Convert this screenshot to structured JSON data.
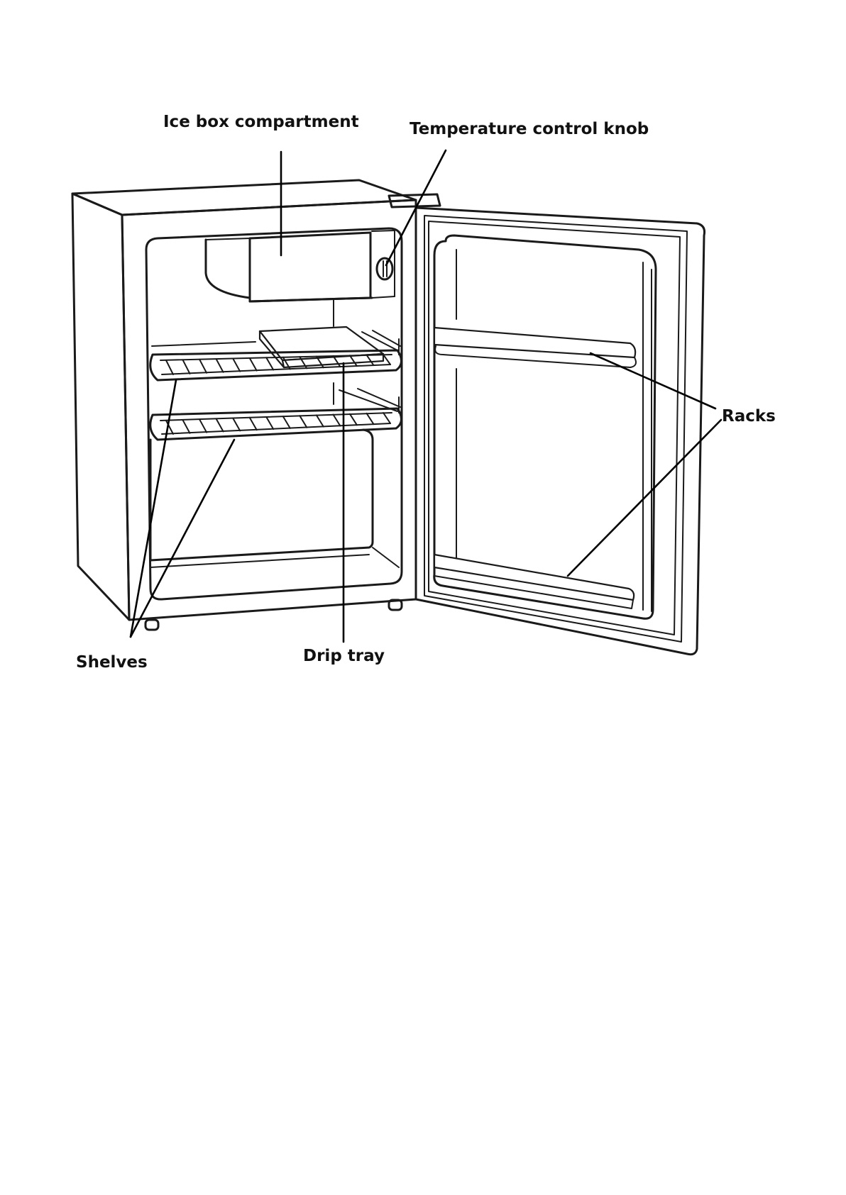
{
  "labels": {
    "ice_box": "Ice box compartment",
    "temperature_knob": "Temperature control knob",
    "racks": "Racks",
    "shelves": "Shelves",
    "drip_tray": "Drip tray"
  },
  "colors": {
    "background": "#ffffff",
    "line": "#1a1a1a",
    "text": "#111111"
  }
}
